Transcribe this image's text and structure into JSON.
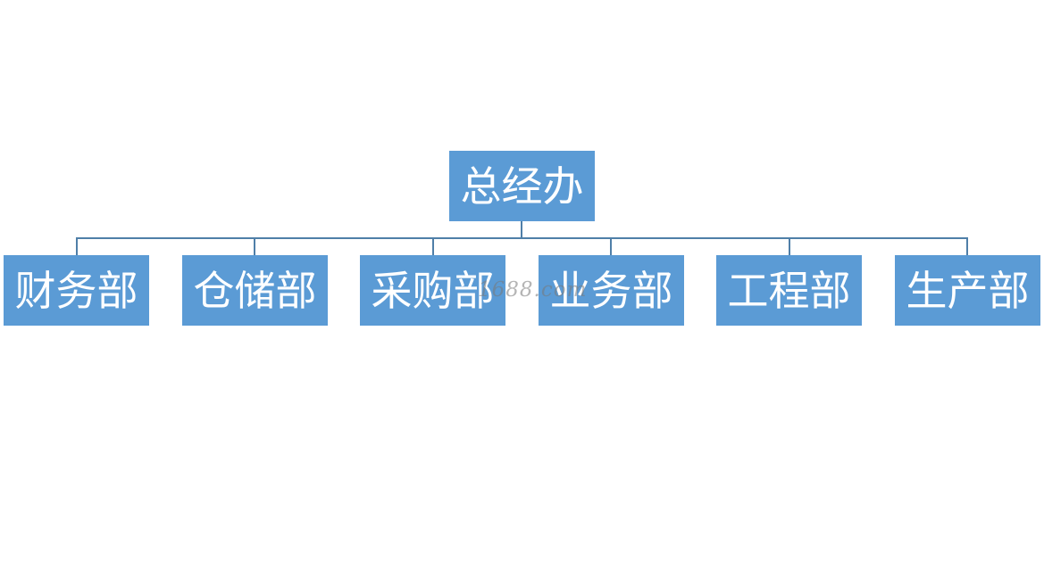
{
  "chart": {
    "root": {
      "label": "总经办"
    },
    "departments": [
      {
        "label": "财务部"
      },
      {
        "label": "仓储部"
      },
      {
        "label": "采购部"
      },
      {
        "label": "业务部"
      },
      {
        "label": "工程部"
      },
      {
        "label": "生产部"
      }
    ]
  },
  "watermark": "1688.com",
  "colors": {
    "node_fill": "#5b9bd5",
    "node_text": "#ffffff",
    "connector": "#4f7fa8"
  }
}
